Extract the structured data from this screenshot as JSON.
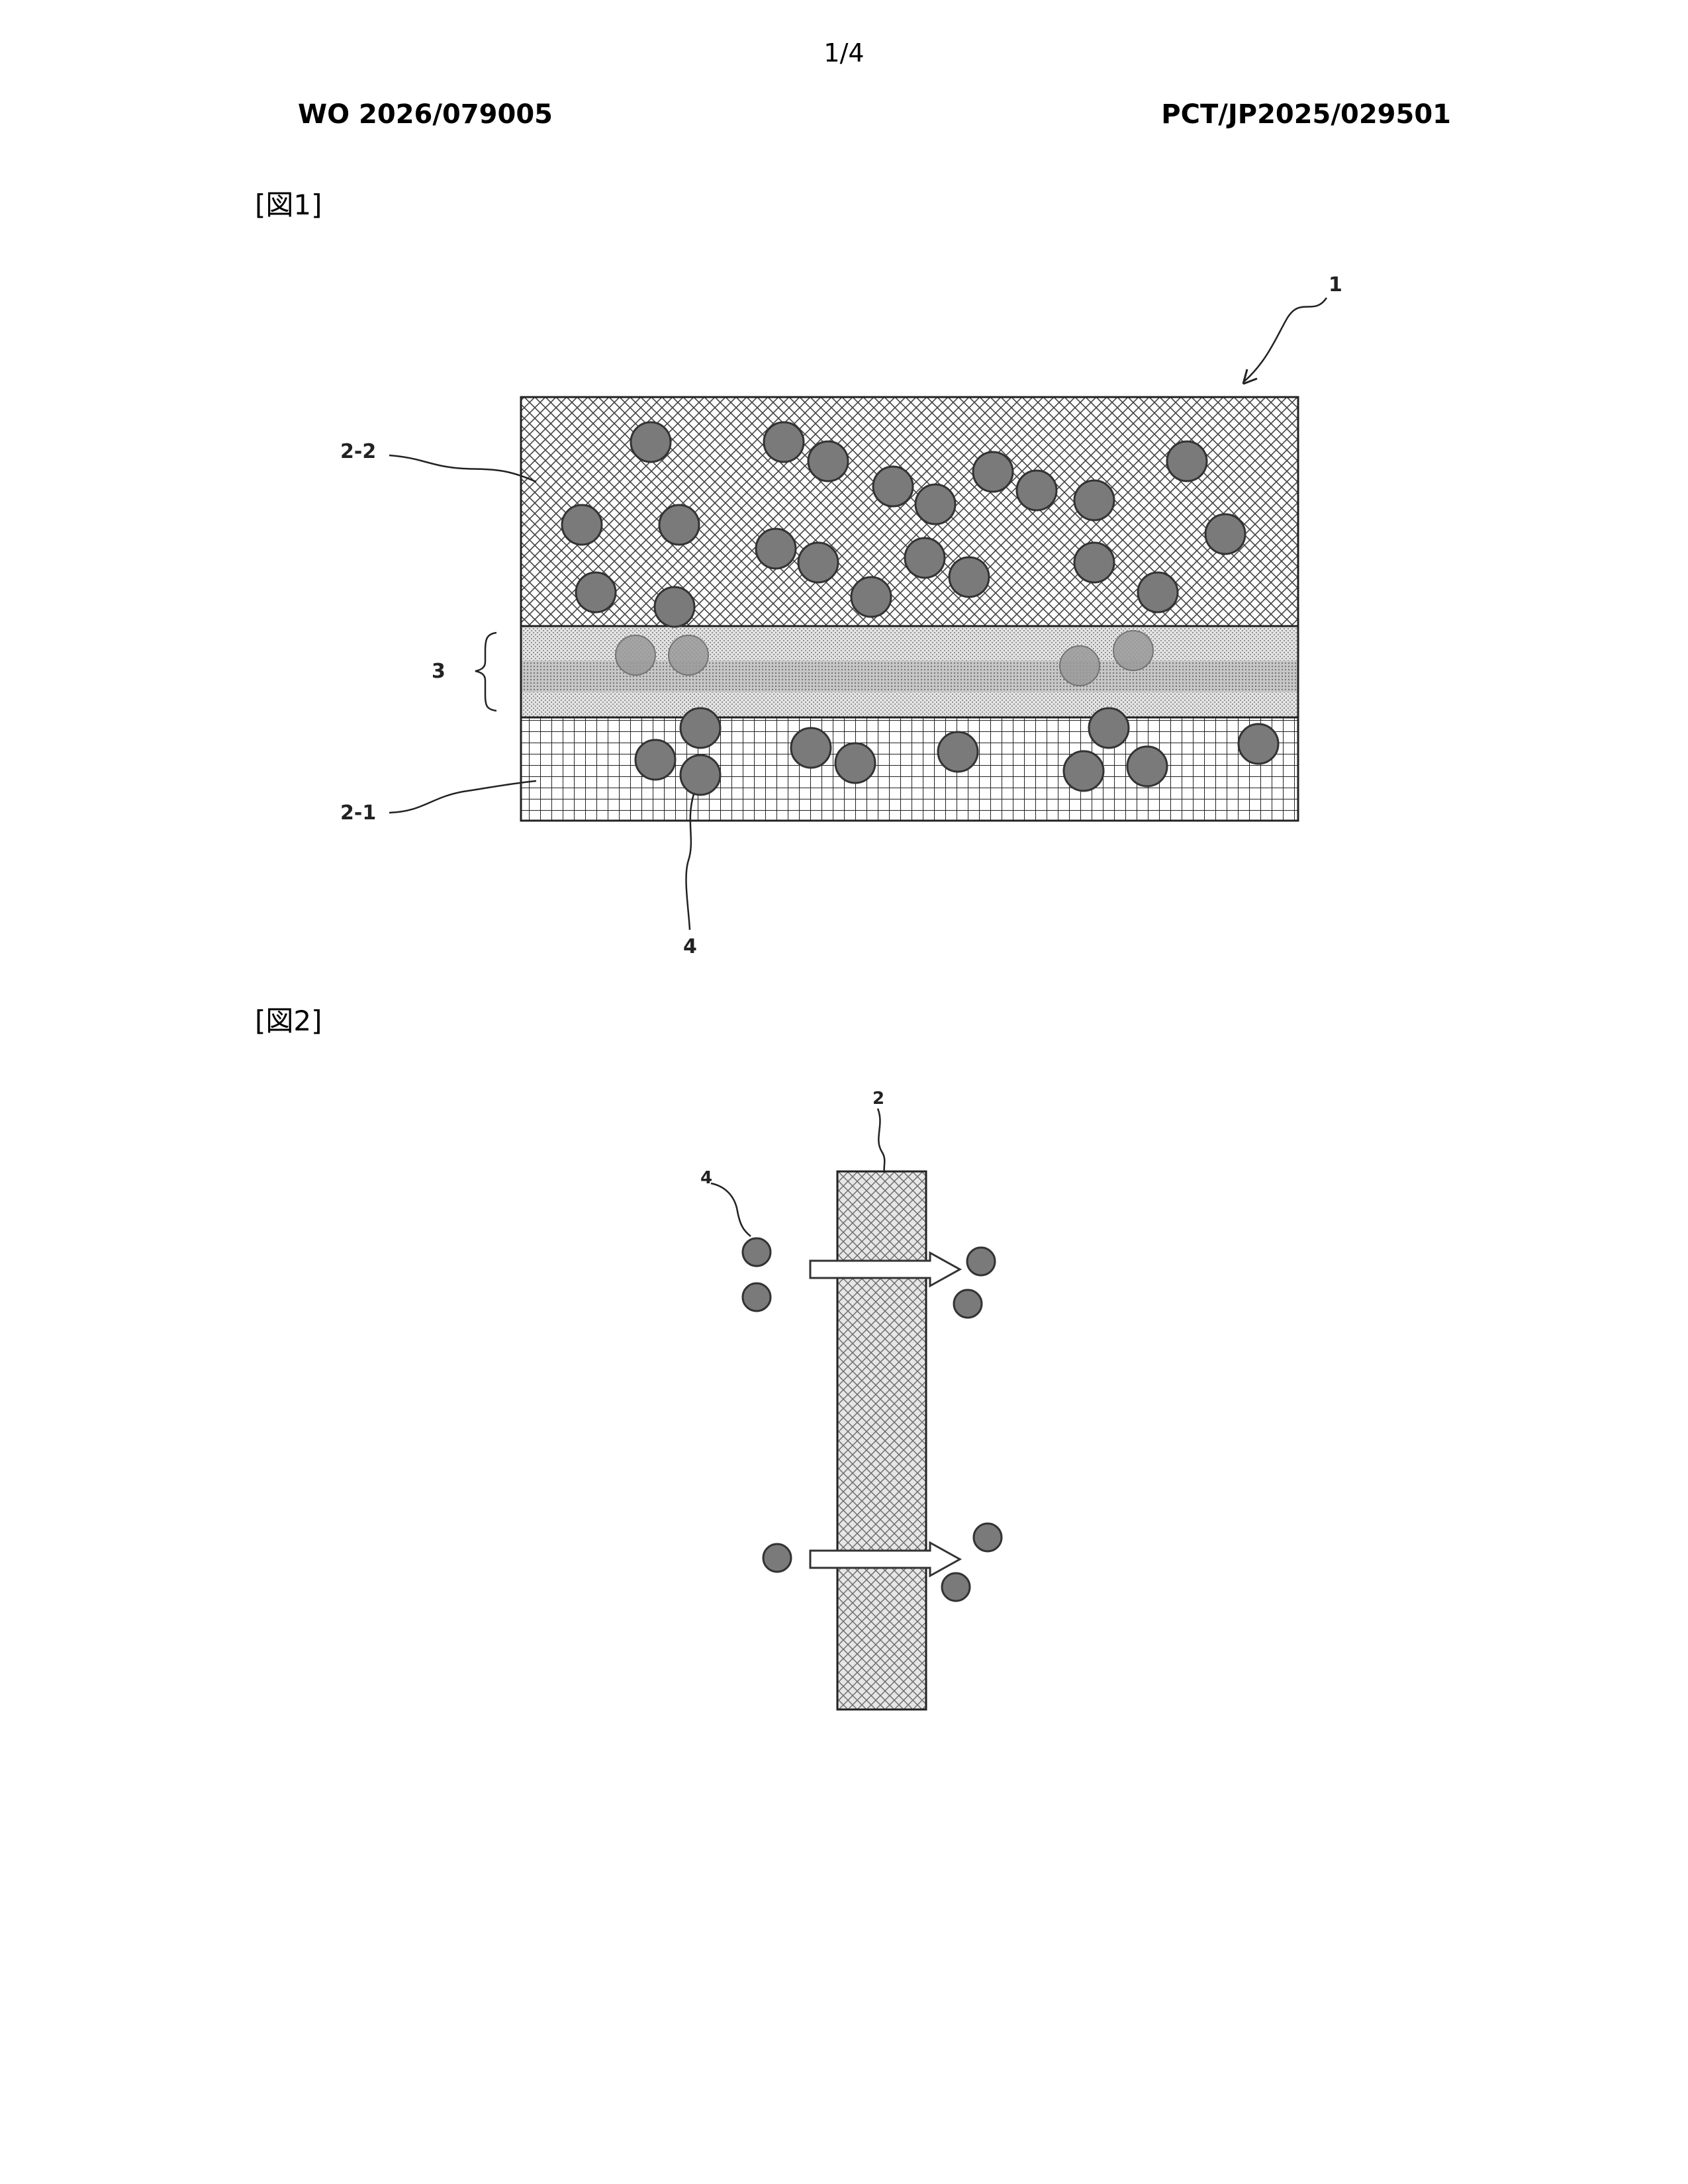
{
  "page": {
    "page_number": "1/4",
    "publication_number": "WO 2026/079005",
    "application_number": "PCT/JP2025/029501"
  },
  "figures": [
    {
      "label": "[図1]",
      "refs": {
        "assembly": "1",
        "upper_layer": "2-2",
        "interlayer": "3",
        "lower_layer": "2-1",
        "particle": "4"
      }
    },
    {
      "label": "[図2]",
      "refs": {
        "membrane": "2",
        "particle": "4"
      }
    }
  ],
  "colors": {
    "particle_fill": "#7a7a7a",
    "particle_stroke": "#333333",
    "line": "#222222"
  }
}
